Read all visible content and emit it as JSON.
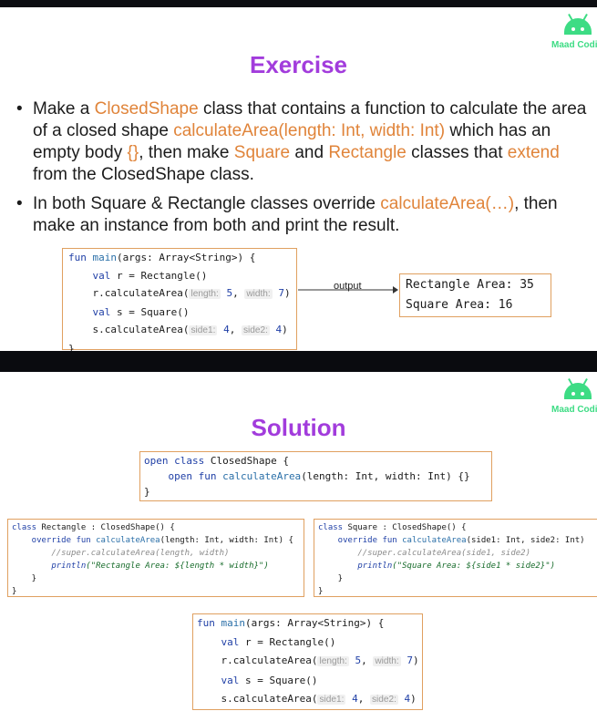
{
  "logo": {
    "text": "Maad Codin",
    "color": "#3ddc84"
  },
  "exercise": {
    "title": "Exercise",
    "title_color": "#a23cdc",
    "highlight_color": "#e0843a",
    "bullet1": {
      "p1": "Make a ",
      "h1": "ClosedShape",
      "p2": " class that contains a function to calculate the area of a closed shape ",
      "h2": "calculateArea(length: Int, width: Int)",
      "p3": " which has an empty body ",
      "h3": "{}",
      "p4": ", then make ",
      "h4": "Square",
      "p5": " and ",
      "h5": "Rectangle",
      "p6": " classes that ",
      "h6": "extend",
      "p7": " from the ClosedShape class."
    },
    "bullet2": {
      "p1": "In both Square & Rectangle classes override ",
      "h1": "calculateArea(…)",
      "p2": ", then make an instance from both and print the result."
    },
    "main_code": {
      "l1_kw": "fun",
      "l1_fn": "main",
      "l1_rest": "(args: Array<String>) {",
      "l2_kw": "val",
      "l2_rest": " r = Rectangle()",
      "l3_call": "r.calculateArea(",
      "l3_h1": "length:",
      "l3_v1": "5",
      "l3_sep": ", ",
      "l3_h2": "width:",
      "l3_v2": "7",
      "l3_end": ")",
      "l4_kw": "val",
      "l4_rest": " s = Square()",
      "l5_call": "s.calculateArea(",
      "l5_h1": "side1:",
      "l5_v1": "4",
      "l5_sep": ", ",
      "l5_h2": "side2:",
      "l5_v2": "4",
      "l5_end": ")",
      "l6": "}"
    },
    "output_label": "output",
    "output_lines": [
      "Rectangle Area: 35",
      "Square Area: 16"
    ]
  },
  "solution": {
    "title": "Solution",
    "closed_shape": {
      "l1_kw": "open class",
      "l1_rest": " ClosedShape {",
      "l2_kw": "open fun",
      "l2_fn": " calculateArea",
      "l2_rest": "(length: Int, width: Int) {}",
      "l3": "}"
    },
    "rectangle": {
      "l1_kw": "class",
      "l1_rest": " Rectangle : ClosedShape() {",
      "l2_kw": "override fun",
      "l2_fn": " calculateArea",
      "l2_rest": "(length: Int, width: Int) {",
      "l3_cm": "//super.calculateArea(length, width)",
      "l4_fn": "println",
      "l4_str": "(\"Rectangle Area: ${length * width}\")",
      "l5": "}",
      "l6": "}"
    },
    "square": {
      "l1_kw": "class",
      "l1_rest": " Square : ClosedShape() {",
      "l2_kw": "override fun",
      "l2_fn": " calculateArea",
      "l2_rest": "(side1: Int, side2: Int)",
      "l3_cm": "//super.calculateArea(side1, side2)",
      "l4_fn": "println",
      "l4_str": "(\"Square Area: ${side1 * side2}\")",
      "l5": "}",
      "l6": "}"
    }
  }
}
